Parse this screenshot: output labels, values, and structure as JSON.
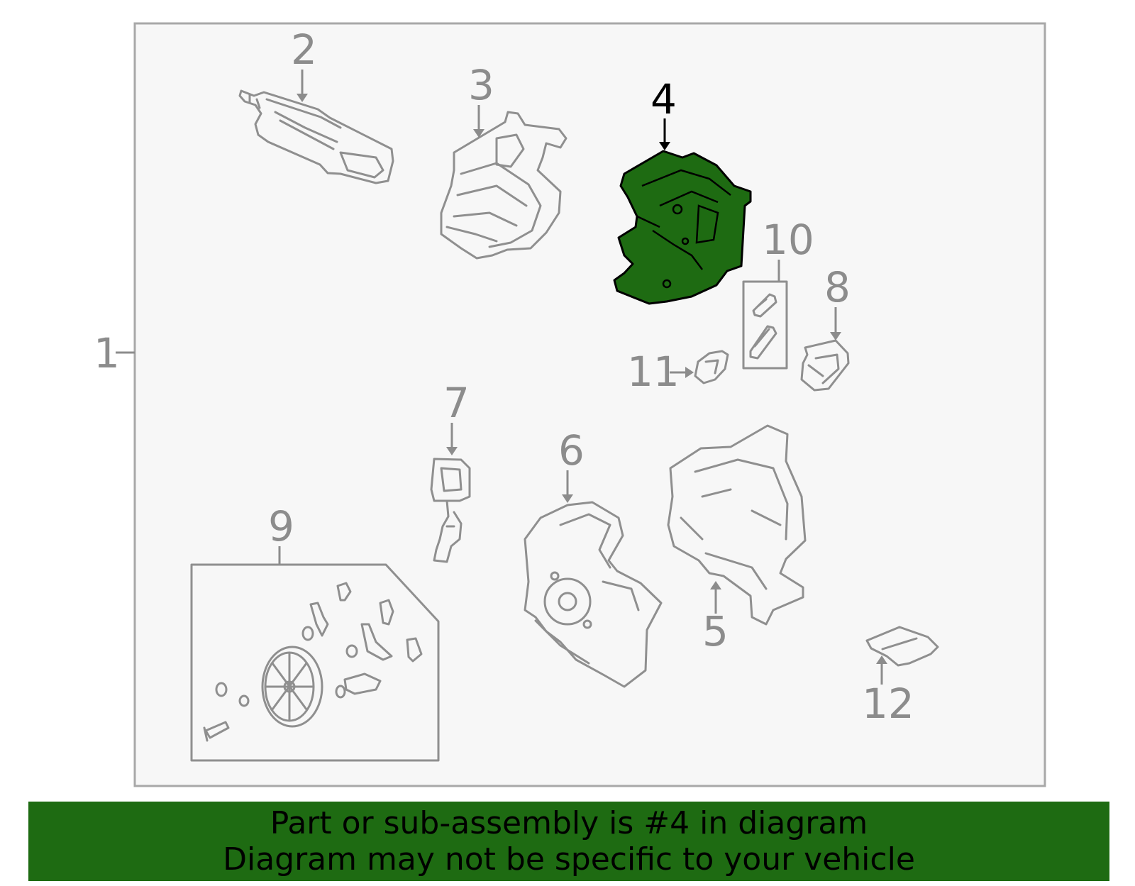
{
  "callouts": {
    "c1": "1",
    "c2": "2",
    "c3": "3",
    "c4": "4",
    "c5": "5",
    "c6": "6",
    "c7": "7",
    "c8": "8",
    "c9": "9",
    "c10": "10",
    "c11": "11",
    "c12": "12"
  },
  "highlighted_part": "4",
  "banner": {
    "line1": "Part or sub-assembly is #4 in diagram",
    "line2": "Diagram may not be specific to your vehicle"
  },
  "colors": {
    "highlight": "#1e6b12",
    "banner_bg": "#1e6b12",
    "panel_bg": "#f7f7f7",
    "line_gray": "#8f8f8f",
    "callout_gray": "#8c8c8c"
  }
}
